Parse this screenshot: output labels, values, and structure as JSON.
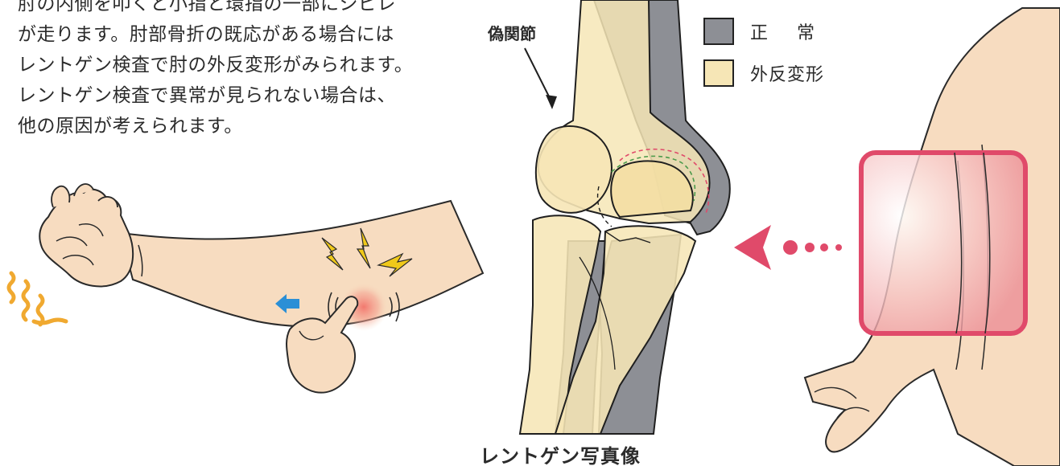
{
  "description": {
    "lines": [
      "肘の内側を叩くと小指と環指の一部にシビレ",
      "が走ります。肘部骨折の既応がある場合には",
      "レントゲン検査で肘の外反変形がみられます。",
      "レントゲン検査で異常が見られない場合は、",
      "他の原因が考えられます。"
    ]
  },
  "labels": {
    "pseudoarthrosis": "偽関節",
    "xray_caption": "レントゲン写真像"
  },
  "legend": {
    "items": [
      {
        "label": "正常",
        "color": "#8d8f95"
      },
      {
        "label": "外反変形",
        "color": "#f6e6b6"
      }
    ]
  },
  "colors": {
    "skin": "#f7dcc0",
    "bone_outline": "#1f1f1f",
    "highlight_box": "#e04a6a",
    "arrow": "#e04a6a",
    "tap_arrow": "#2b8fd6",
    "shock": "#f0c91a",
    "tremor": "#f0a930"
  },
  "icons": {
    "tap_direction": "arrow-left-icon",
    "shock": "lightning-bolt-icon",
    "tremor": "vibration-icon"
  }
}
